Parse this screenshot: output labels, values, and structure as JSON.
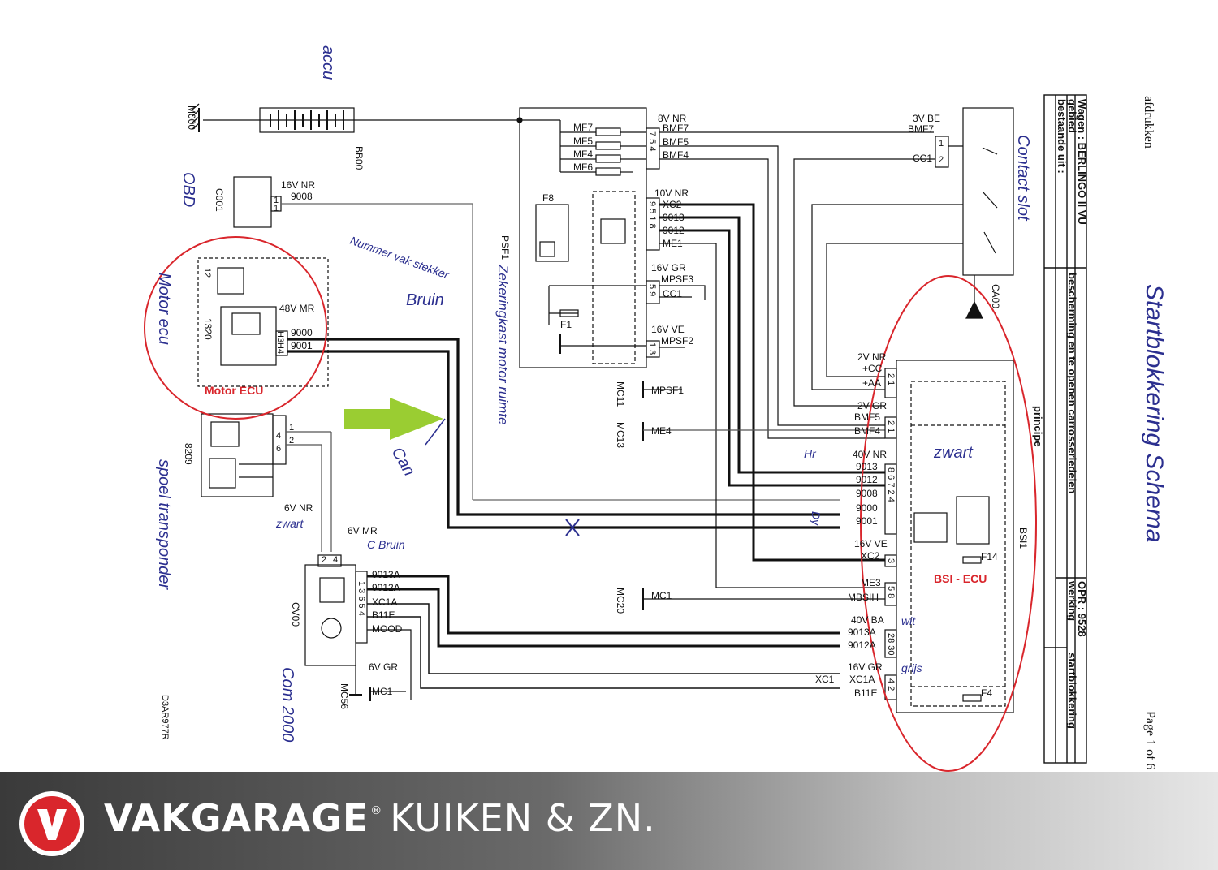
{
  "diagram": {
    "labels": {
      "m000": "M000",
      "bb00": "BB00",
      "c001": "C001",
      "code_1320": "1320",
      "code_8209": "8209",
      "cv00": "CV00",
      "psf1": "PSF1",
      "bsi1": "BSI1",
      "ca00": "CA00",
      "mc11": "MC11",
      "mc13": "MC13",
      "mc20": "MC20",
      "mc56": "MC56",
      "mpsf1": "MPSF1",
      "me4": "ME4",
      "mc1a": "MC1",
      "mc1b": "MC1",
      "doc_code": "D3AR977R",
      "afdrukken": "afdrukken",
      "page": "Page 1 of 6",
      "w_16vnr_9008": "16V NR",
      "w_9008a": "9008",
      "w_11a": "1",
      "w_11b": "1",
      "w_48vmr": "48V MR",
      "w_9000a": "9000",
      "w_9001a": "9001",
      "w_12": "12",
      "w_h3h4": "H3H4",
      "p_1": "1",
      "p_2": "2",
      "p_4": "4",
      "p_6": "6",
      "w_6vnr": "6V NR",
      "w_6vmr": "6V MR",
      "cv_9013a": "9013A",
      "cv_9012a": "9012A",
      "cv_xc1a": "XC1A",
      "cv_b11e": "B11E",
      "cv_mood": "MOOD",
      "cv_pins": "1 3 6 5 4",
      "cv_6vgr": "6V GR",
      "psf_8vnr": "8V NR",
      "psf_bmf7": "BMF7",
      "psf_bmf5": "BMF5",
      "psf_bmf4": "BMF4",
      "psf_mf7": "MF7",
      "psf_mf5": "MF5",
      "psf_mf4": "MF4",
      "psf_mf6": "MF6",
      "psf_754": "7 5 4",
      "psf_f8": "F8",
      "psf_f1": "F1",
      "psf_10vnr": "10V NR",
      "psf_xc2": "XC2",
      "psf_9013": "9013",
      "psf_9012": "9012",
      "psf_me1": "ME1",
      "psf_9518": "9 5 1 8",
      "psf_16vgr": "16V GR",
      "psf_mpsf3": "MPSF3",
      "psf_cc1": "CC1",
      "psf_59": "5 9",
      "psf_16vve": "16V VE",
      "psf_mpsf2": "MPSF2",
      "psf_13": "1 3",
      "ca_3vbe": "3V BE",
      "ca_bmf7": "BMF7",
      "ca_cc1": "CC1",
      "ca_1": "1",
      "ca_2": "2",
      "bsi_2vnr": "2V NR",
      "bsi_cc": "+CC",
      "bsi_aa": "+AA",
      "bsi_2vgr": "2V GR",
      "bsi_bmf5": "BMF5",
      "bsi_bmf4": "BMF4",
      "bsi_40vnr": "40V NR",
      "bsi_9013": "9013",
      "bsi_9012": "9012",
      "bsi_9008": "9008",
      "bsi_9000": "9000",
      "bsi_9001": "9001",
      "bsi_16vve": "16V VE",
      "bsi_xc2": "XC2",
      "bsi_f14": "F14",
      "bsi_me3": "ME3",
      "bsi_mbsih": "MBSIH",
      "bsi_40vba": "40V BA",
      "bsi_9013a": "9013A",
      "bsi_9012a": "9012A",
      "bsi_16vgr": "16V GR",
      "bsi_xc1a": "XC1A",
      "bsi_b11e": "B11E",
      "bsi_xc1": "XC1",
      "bsi_f4": "F4",
      "bsi_pins_top": "2 1",
      "bsi_pins_bmf": "2 1",
      "bsi_pins_mid": "8 6 7 2 4",
      "bsi_pins_xc2": "3",
      "bsi_pins_me": "5 8",
      "bsi_pins_ba": "28 30",
      "bsi_pins_gr": "4 2"
    },
    "title_block": {
      "wagen": "Wagen : BERLINGO II VU",
      "opr": "OPR : 9528",
      "gebied": "gebied",
      "bestaande": "bestaande uit :",
      "bescherming": "bescherming en te openen carrosseriedelen",
      "werking": "werking",
      "startblokkering": "startblokkering",
      "principe": "principe"
    },
    "handwriting": {
      "accu": "accu",
      "obd": "OBD",
      "nummer": "Nummer vak stekker",
      "bruin": "Bruin",
      "motor_ecu": "Motor ecu",
      "zekeringkast": "Zekeringkast motor ruimte",
      "can": "Can",
      "spoel": "spoel transponder",
      "zwart": "zwart",
      "cbruin": "C Bruin",
      "comm": "Com 2000",
      "contact": "Contact slot",
      "startblok": "Startblokkering Schema",
      "hr": "Hr",
      "dy": "Dy",
      "wit": "wit",
      "grijs": "grijs",
      "zw2": "zwart"
    },
    "annotations": {
      "motor_ecu": "Motor ECU",
      "bsi_ecu": "BSI - ECU"
    }
  },
  "footer": {
    "brand": "VAKGARAGE",
    "registered": "®",
    "subtitle": "KUIKEN & ZN."
  },
  "colors": {
    "annotation_red": "#d9262c",
    "arrow_green": "#9acd32",
    "handwriting_blue": "#2b2f8f"
  }
}
